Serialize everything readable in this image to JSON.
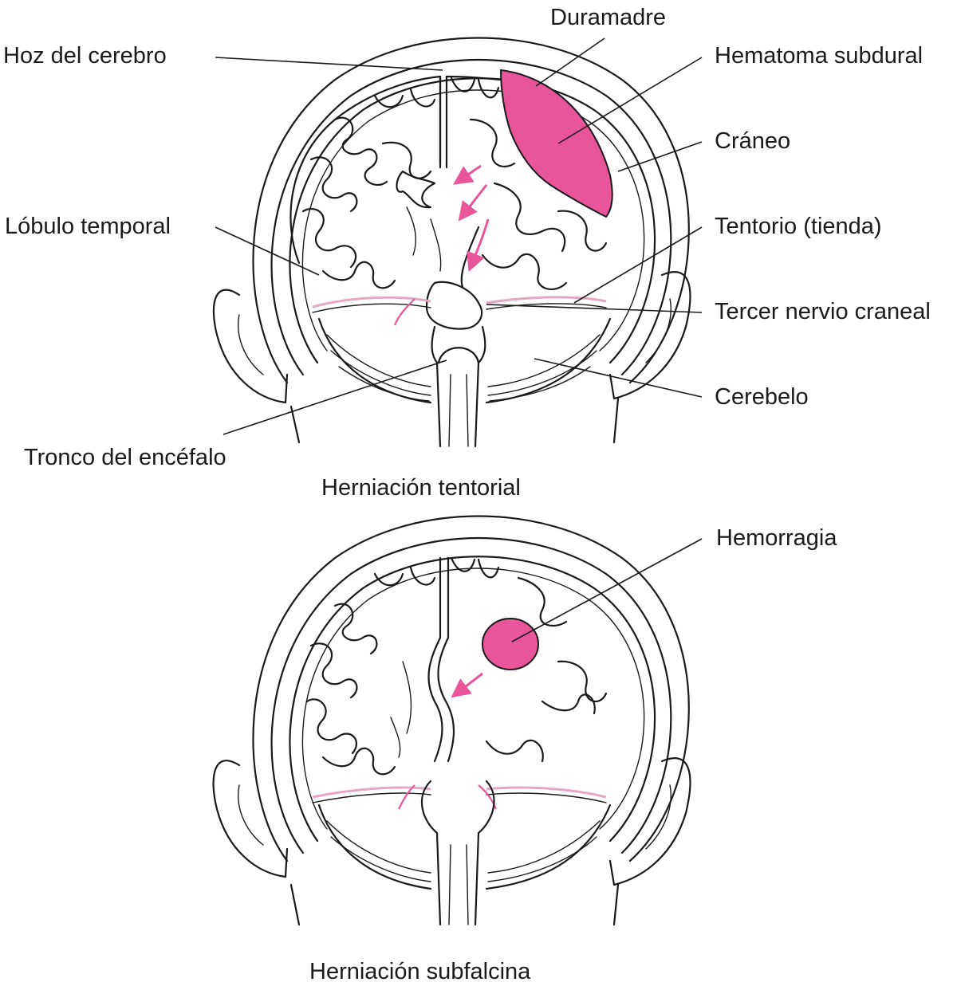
{
  "colors": {
    "accent": "#e8559a",
    "ink": "#1a1a1a",
    "skull_fill": "#ffffff"
  },
  "top_diagram": {
    "caption": "Herniación tentorial",
    "labels": {
      "duramadre": "Duramadre",
      "hoz": "Hoz del cerebro",
      "hematoma": "Hematoma subdural",
      "craneo": "Cráneo",
      "lobulo": "Lóbulo temporal",
      "tentorio": "Tentorio (tienda)",
      "tercer_nervio": "Tercer nervio craneal",
      "cerebelo": "Cerebelo",
      "tronco": "Tronco del encéfalo"
    }
  },
  "bottom_diagram": {
    "caption": "Herniación subfalcina",
    "labels": {
      "hemorragia": "Hemorragia"
    }
  }
}
